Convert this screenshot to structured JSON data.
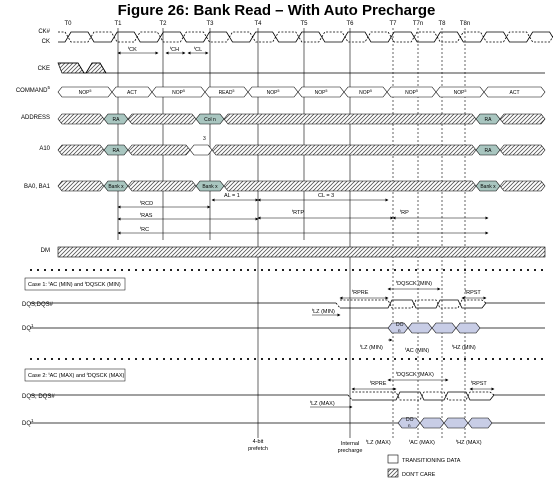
{
  "title": "Figure 26:  Bank Read – With Auto Precharge",
  "time_labels": [
    "T0",
    "T1",
    "T2",
    "T3",
    "T4",
    "T5",
    "T6",
    "T7",
    "T7n",
    "T8",
    "T8n"
  ],
  "signals": {
    "ck_n": "CK#",
    "ck": "CK",
    "cke": "CKE",
    "command": "COMMAND",
    "address": "ADDRESS",
    "a10": "A10",
    "ba": "BA0, BA1",
    "dm": "DM",
    "dqs1": "DQS,DQS#",
    "dq1": "DQ",
    "dqs2": "DQS, DQS#",
    "dq2": "DQ"
  },
  "superscripts": {
    "five": "5",
    "one": "1",
    "three": "3"
  },
  "commands": [
    "NOP",
    "ACT",
    "NOP",
    "READ",
    "NOP",
    "NOP",
    "NOP",
    "NOP",
    "NOP",
    "ACT"
  ],
  "address_values": {
    "ra": "RA",
    "col": "Col n"
  },
  "bank_values": {
    "bank": "Bank x"
  },
  "timing": {
    "tck": "CK",
    "tch": "CH",
    "tcl": "CL",
    "trcd": "RCD",
    "tras": "RAS",
    "trc": "RC",
    "al": "AL = 1",
    "cl": "CL = 3",
    "trtp": "RTP",
    "trp": "RP"
  },
  "case1": {
    "label_a": "Case 1: ",
    "label_ac": "AC (MIN) and ",
    "label_dqsck": "DQSCK (MIN)",
    "trpre": "RPRE",
    "tdqsck": "DQSCK (MIN)",
    "trpst": "RPST",
    "tlz": "LZ (MIN)",
    "tlz2": "LZ (MIN)",
    "tac": "AC (MIN)",
    "thz": "HZ (MIN)",
    "do": "DO",
    "do_n": "n"
  },
  "case2": {
    "label_a": "Case 2: ",
    "label_ac": "AC (MAX) and ",
    "label_dqsck": "DQSCK (MAX)",
    "trpre": "RPRE",
    "tdqsck": "DQSCK (MAX)",
    "trpst": "RPST",
    "tlz": "LZ (MAX)",
    "tlz2": "LZ (MAX)",
    "tac": "AC (MAX)",
    "thz": "HZ (MAX)",
    "do": "DO",
    "do_n": "n"
  },
  "prefix_t": "t",
  "annotations": {
    "prefetch_1": "4-bit",
    "prefetch_2": "prefetch",
    "precharge_1": "Internal",
    "precharge_2": "precharge"
  },
  "legend": {
    "transitioning": "TRANSITIONING DATA",
    "dont_care": "DON'T CARE"
  }
}
